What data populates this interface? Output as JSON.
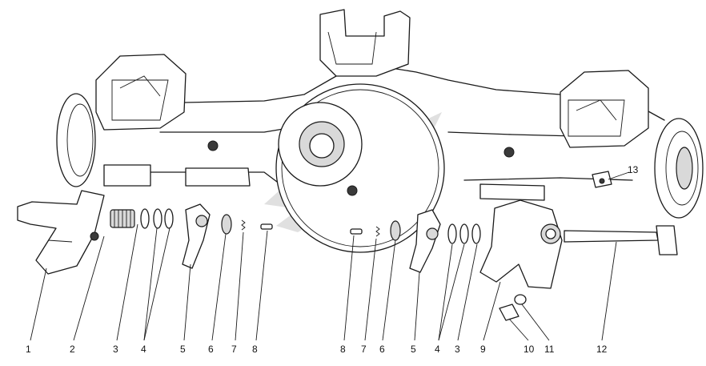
{
  "figure": {
    "callouts": [
      "1",
      "2",
      "3",
      "4",
      "5",
      "6",
      "7",
      "8",
      "8",
      "7",
      "6",
      "5",
      "4",
      "3",
      "9",
      "10",
      "11",
      "12",
      "13"
    ]
  }
}
